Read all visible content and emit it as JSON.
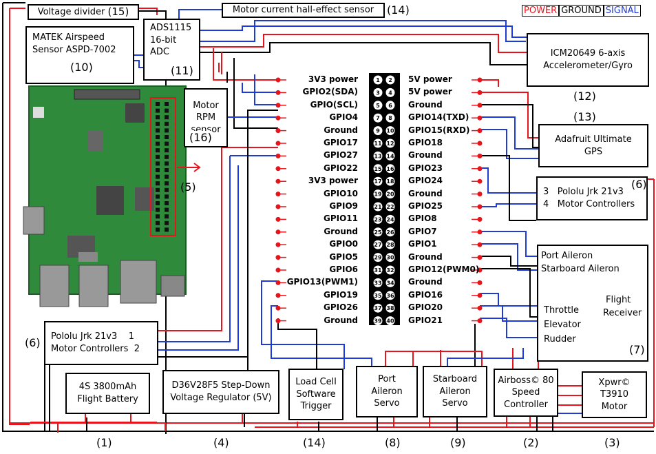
{
  "legend": {
    "power": "POWER",
    "ground": "GROUND",
    "signal": "SIGNAL"
  },
  "colors": {
    "power": "#e8141b",
    "ground": "#000000",
    "signal": "#1f3bd6",
    "pcb": "#2f8a3b"
  },
  "components": {
    "voltage_divider": {
      "name": "Voltage divider",
      "num": "(15)"
    },
    "motor_current_sensor": {
      "name": "Motor current hall-effect sensor",
      "num": "(14)"
    },
    "airspeed": {
      "line1": "MATEK Airspeed",
      "line2": "Sensor ASPD-7002",
      "num": "(10)"
    },
    "adc": {
      "line1": "ADS1115",
      "line2": "16-bit",
      "line3": "ADC",
      "num": "(11)"
    },
    "imu": {
      "line1": "ICM20649 6-axis",
      "line2": "Accelerometer/Gyro",
      "num": "(12)"
    },
    "gps": {
      "line1": "Adafruit Ultimate",
      "line2": "GPS",
      "num": "(13)"
    },
    "rpm": {
      "line1": "Motor",
      "line2": "RPM",
      "line3": "sensor",
      "num": "(16)"
    },
    "pi_header": {
      "num": "(5)"
    },
    "jrk_right": {
      "pin3": "3",
      "pin4": "4",
      "line1": "Pololu Jrk 21v3",
      "line2": "Motor Controllers",
      "num": "(6)"
    },
    "receiver": {
      "l1": "Port Aileron",
      "l2": "Starboard Aileron",
      "l3": "Throttle",
      "l4": "Elevator",
      "l5": "Rudder",
      "flight1": "Flight",
      "flight2": "Receiver",
      "num": "(7)"
    },
    "jrk_left": {
      "line1": "Pololu Jrk 21v3",
      "line2": "Motor Controllers",
      "p1": "1",
      "p2": "2",
      "num": "(6)"
    },
    "battery": {
      "line1": "4S 3800mAh",
      "line2": "Flight Battery",
      "num": "(1)"
    },
    "regulator": {
      "line1": "D36V28F5 Step-Down",
      "line2": "Voltage Regulator (5V)",
      "num": "(4)"
    },
    "load_cell": {
      "line1": "Load Cell",
      "line2": "Software",
      "line3": "Trigger",
      "num": "(14)"
    },
    "port_servo": {
      "line1": "Port",
      "line2": "Aileron",
      "line3": "Servo",
      "num": "(8)"
    },
    "starboard_servo": {
      "line1": "Starboard",
      "line2": "Aileron",
      "line3": "Servo",
      "num": "(9)"
    },
    "esc": {
      "line1": "Airboss© 80",
      "line2": "Speed",
      "line3": "Controller",
      "num": "(2)"
    },
    "motor": {
      "line1": "Xpwr©",
      "line2": "T3910",
      "line3": "Motor",
      "num": "(3)"
    }
  },
  "gpio_left": [
    "3V3 power",
    "GPIO2(SDA)",
    "GPIO(SCL)",
    "GPIO4",
    "Ground",
    "GPIO17",
    "GPIO27",
    "GPIO22",
    "3V3 power",
    "GPIO10",
    "GPIO9",
    "GPIO11",
    "Ground",
    "GPIO0",
    "GPIO5",
    "GPIO6",
    "GPIO13(PWM1)",
    "GPIO19",
    "GPIO26",
    "Ground"
  ],
  "gpio_right": [
    "5V power",
    "5V power",
    "Ground",
    "GPIO14(TXD)",
    "GPIO15(RXD)",
    "GPIO18",
    "Ground",
    "GPIO23",
    "GPIO24",
    "Ground",
    "GPIO25",
    "GPIO8",
    "GPIO7",
    "GPIO1",
    "Ground",
    "GPIO12(PWM0)",
    "Ground",
    "GPIO16",
    "GPIO20",
    "GPIO21"
  ]
}
